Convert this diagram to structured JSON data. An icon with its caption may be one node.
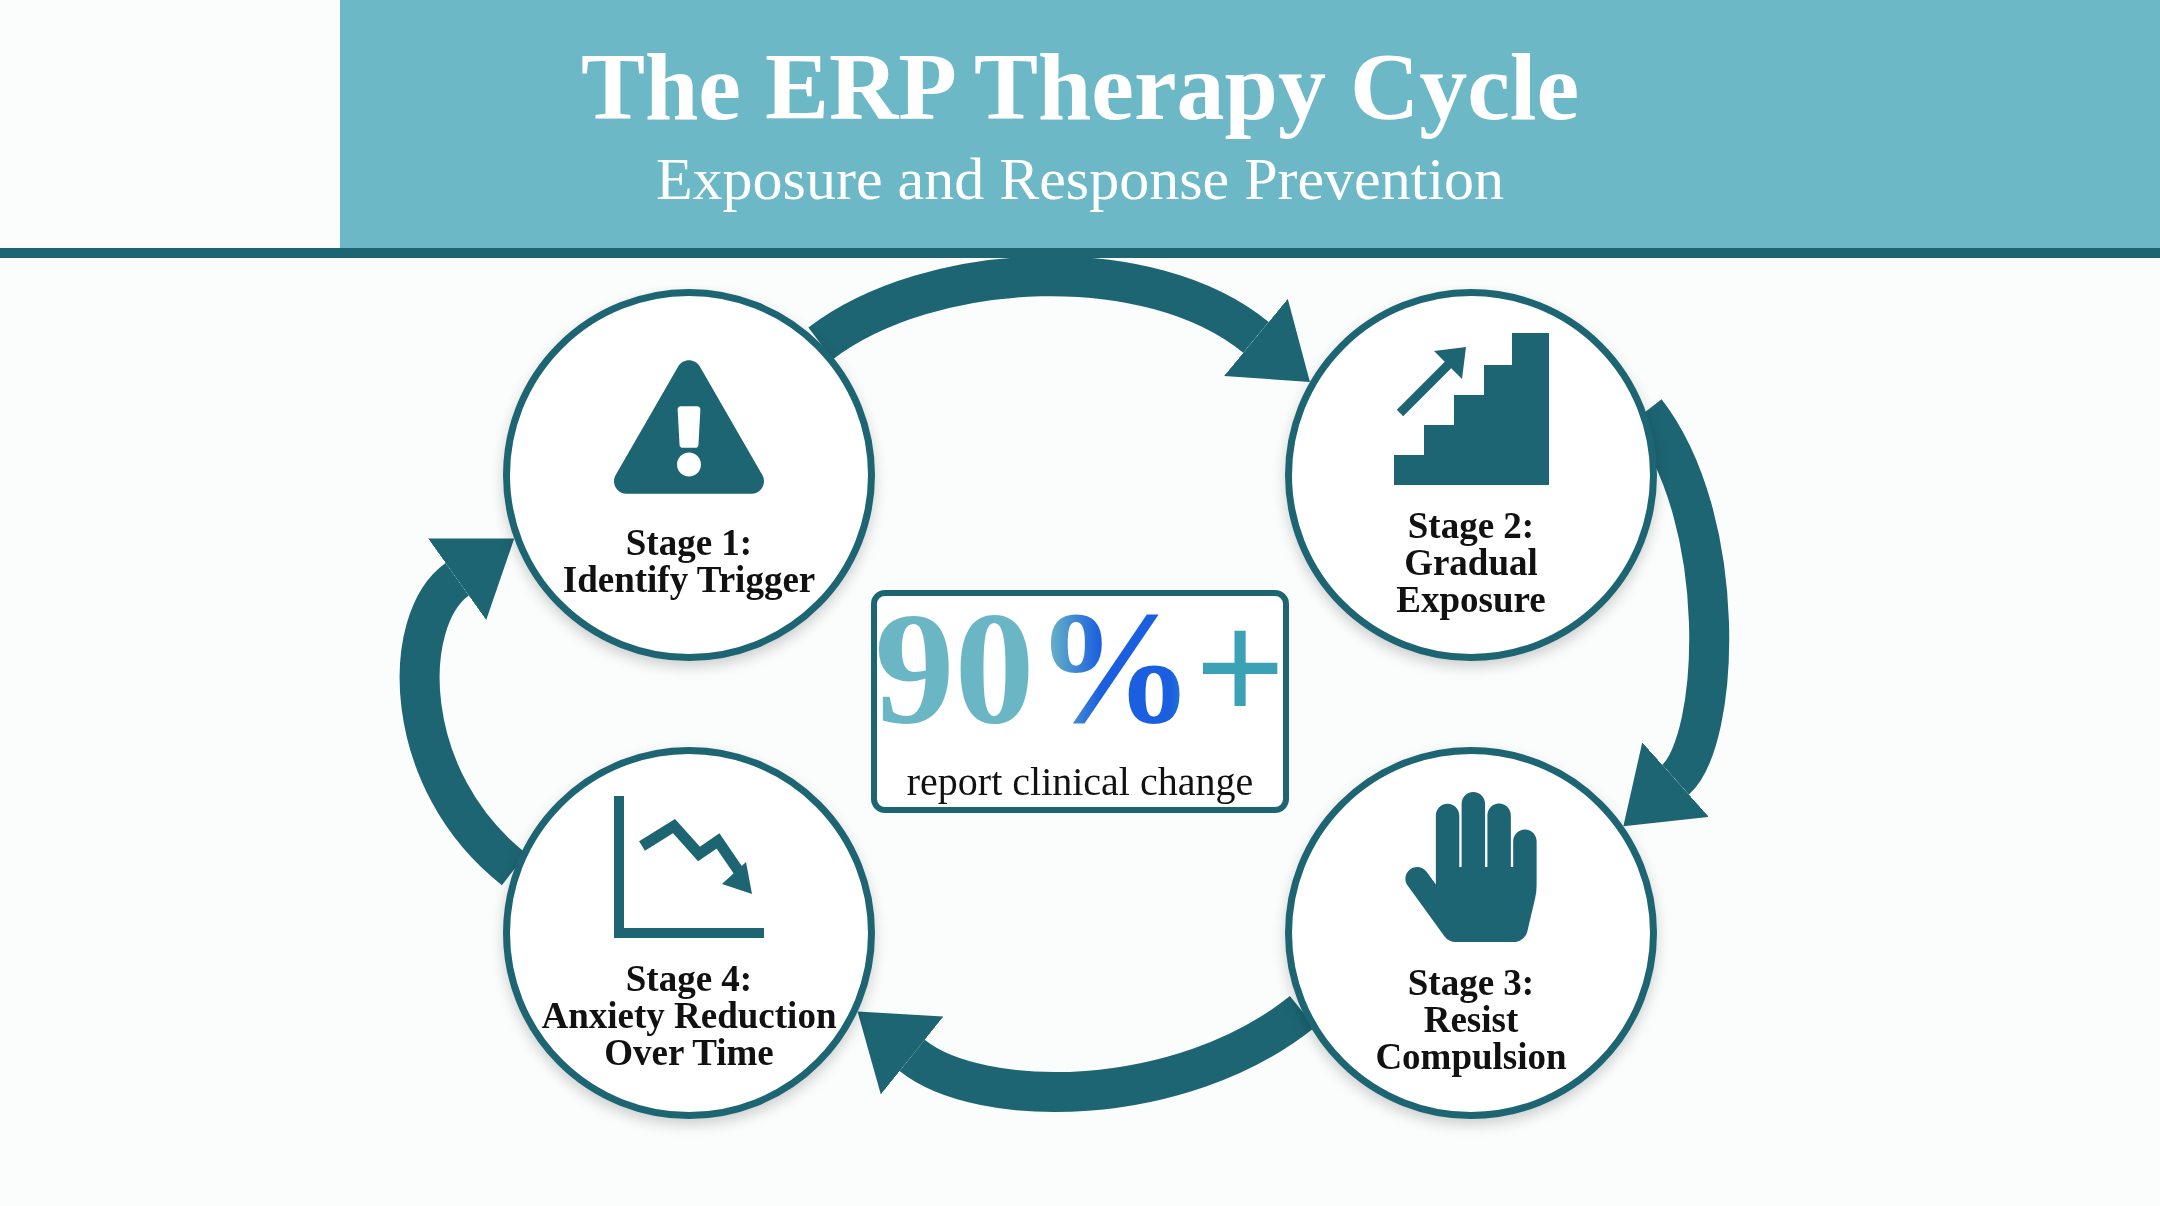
{
  "diagram": {
    "title": "The ERP Therapy Cycle",
    "caption": "Exposure and Response Prevention",
    "nodes": [
      {
        "text": [
          "Stage 1:",
          "Identify Trigger"
        ]
      },
      {
        "text": [
          "Stage 2:",
          "Gradual Exposure"
        ]
      },
      {
        "text": [
          "Stage 3:",
          "Resist Compulsion"
        ]
      },
      {
        "text": [
          "Stage 4:",
          "Anxiety Reduction Over Time"
        ]
      },
      {
        "text": [
          "90%+",
          "report clinical change"
        ]
      }
    ],
    "edges": [
      {
        "from": 0,
        "to": 1,
        "arrow": "to"
      },
      {
        "from": 1,
        "to": 2,
        "arrow": "to"
      },
      {
        "from": 2,
        "to": 3,
        "arrow": "to"
      },
      {
        "from": 3,
        "to": 0,
        "arrow": "to"
      }
    ]
  }
}
